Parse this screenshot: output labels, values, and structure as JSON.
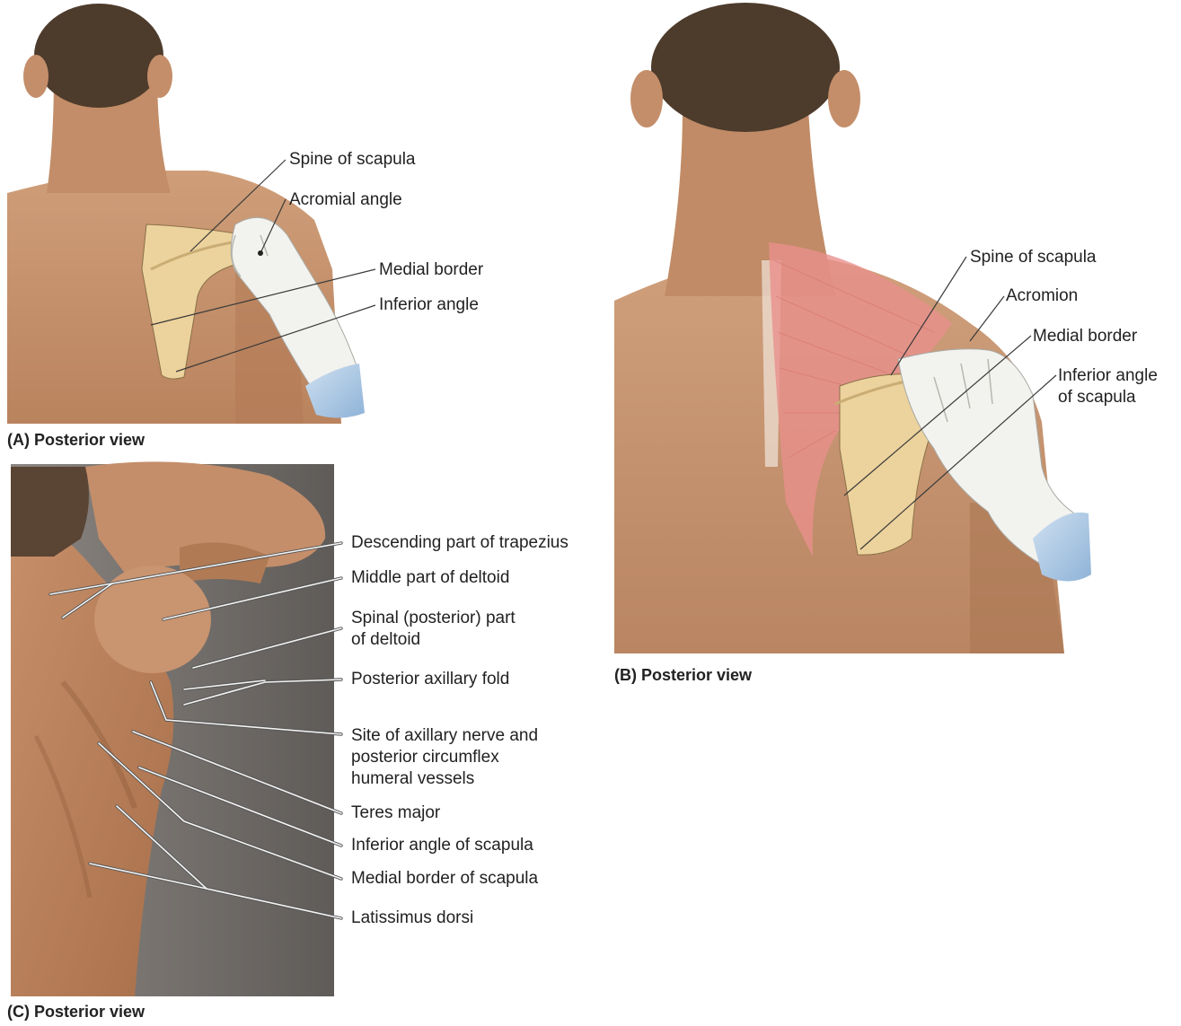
{
  "panels": {
    "a": {
      "caption": "(A) Posterior view",
      "labels": [
        "Spine of scapula",
        "Acromial angle",
        "Medial border",
        "Inferior angle"
      ]
    },
    "b": {
      "caption": "(B) Posterior view",
      "labels": [
        "Spine of scapula",
        "Acromion",
        "Medial border",
        "Inferior angle",
        "of scapula"
      ]
    },
    "c": {
      "caption": "(C) Posterior view",
      "labels": [
        "Descending part of trapezius",
        "Middle part of deltoid",
        "Spinal (posterior) part",
        "of deltoid",
        "Posterior axillary fold",
        "Site of axillary nerve and",
        "posterior circumflex",
        "humeral vessels",
        "Teres major",
        "Inferior angle of scapula",
        "Medial border of scapula",
        "Latissimus dorsi"
      ]
    }
  },
  "colors": {
    "skin": "#c8956f",
    "skin_shadow": "#a8704c",
    "hair": "#4a3a2c",
    "scapula": "#ecd29c",
    "trapezius": "#e8908c",
    "glove": "#f2f2ee",
    "cuff": "#9fc1e0",
    "photo_bg": "#6e6a66"
  }
}
